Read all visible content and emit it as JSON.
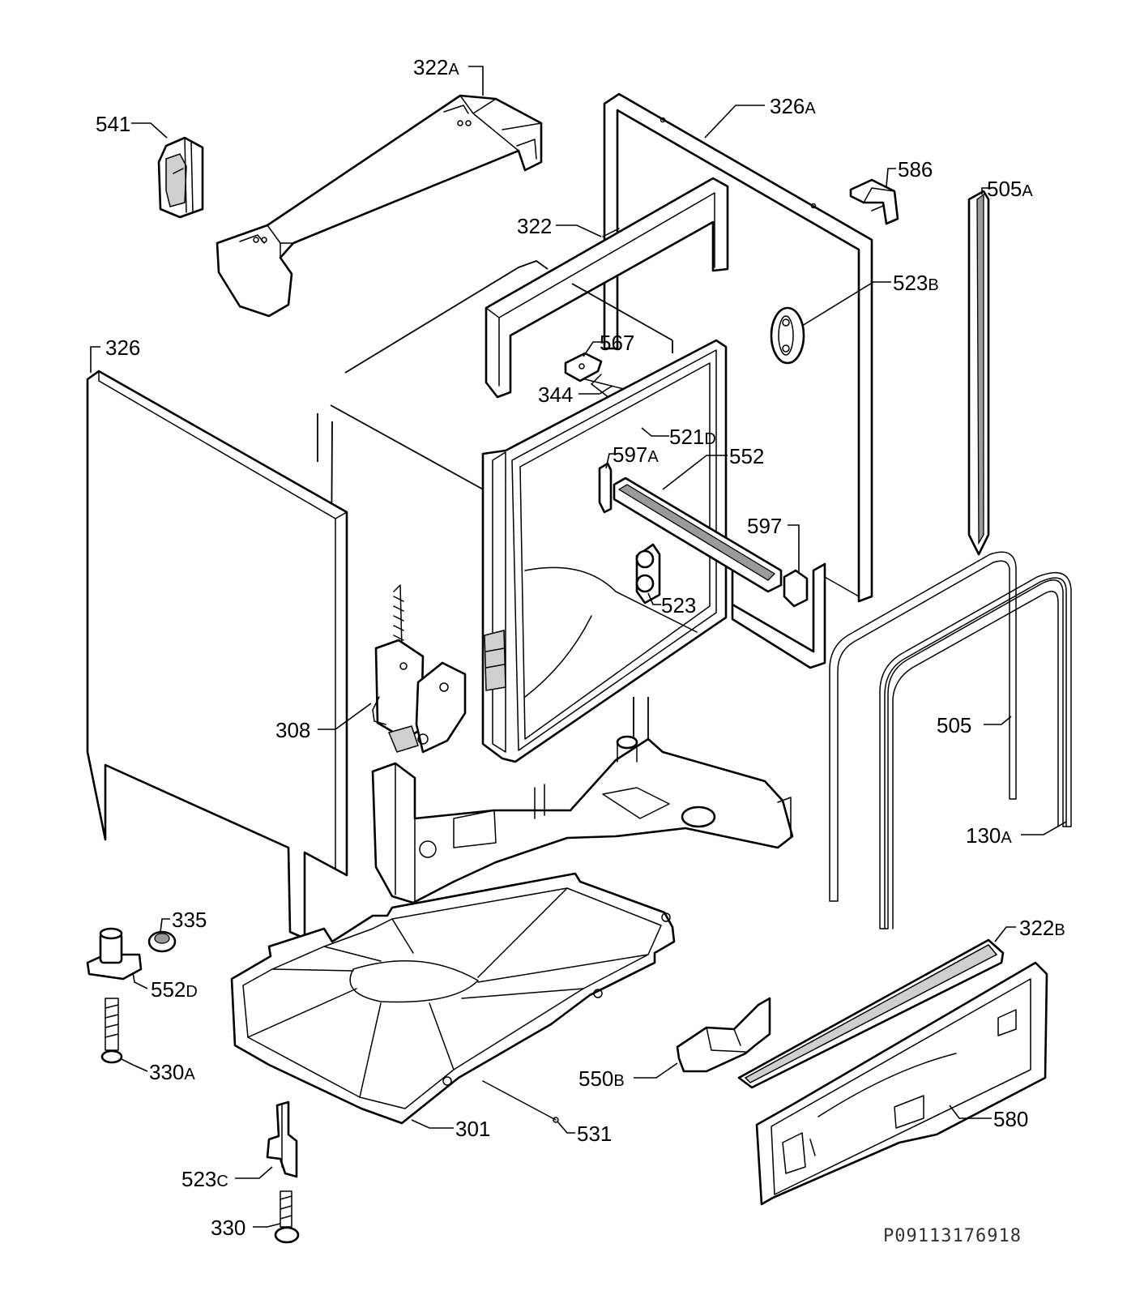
{
  "diagram": {
    "document_code": "P09113176918",
    "callouts": [
      {
        "id": "322A",
        "num": "322",
        "suffix": "A"
      },
      {
        "id": "541",
        "num": "541",
        "suffix": ""
      },
      {
        "id": "326A",
        "num": "326",
        "suffix": "A"
      },
      {
        "id": "586",
        "num": "586",
        "suffix": ""
      },
      {
        "id": "505A",
        "num": "505",
        "suffix": "A"
      },
      {
        "id": "322",
        "num": "322",
        "suffix": ""
      },
      {
        "id": "523B",
        "num": "523",
        "suffix": "B"
      },
      {
        "id": "326",
        "num": "326",
        "suffix": ""
      },
      {
        "id": "567",
        "num": "567",
        "suffix": ""
      },
      {
        "id": "344",
        "num": "344",
        "suffix": ""
      },
      {
        "id": "521D",
        "num": "521",
        "suffix": "D"
      },
      {
        "id": "597A",
        "num": "597",
        "suffix": "A"
      },
      {
        "id": "552",
        "num": "552",
        "suffix": ""
      },
      {
        "id": "597",
        "num": "597",
        "suffix": ""
      },
      {
        "id": "523",
        "num": "523",
        "suffix": ""
      },
      {
        "id": "505",
        "num": "505",
        "suffix": ""
      },
      {
        "id": "308",
        "num": "308",
        "suffix": ""
      },
      {
        "id": "130A",
        "num": "130",
        "suffix": "A"
      },
      {
        "id": "335",
        "num": "335",
        "suffix": ""
      },
      {
        "id": "322B",
        "num": "322",
        "suffix": "B"
      },
      {
        "id": "552D",
        "num": "552",
        "suffix": "D"
      },
      {
        "id": "330A",
        "num": "330",
        "suffix": "A"
      },
      {
        "id": "550B",
        "num": "550",
        "suffix": "B"
      },
      {
        "id": "580",
        "num": "580",
        "suffix": ""
      },
      {
        "id": "301",
        "num": "301",
        "suffix": ""
      },
      {
        "id": "531",
        "num": "531",
        "suffix": ""
      },
      {
        "id": "523C",
        "num": "523",
        "suffix": "C"
      },
      {
        "id": "330",
        "num": "330",
        "suffix": ""
      }
    ]
  }
}
